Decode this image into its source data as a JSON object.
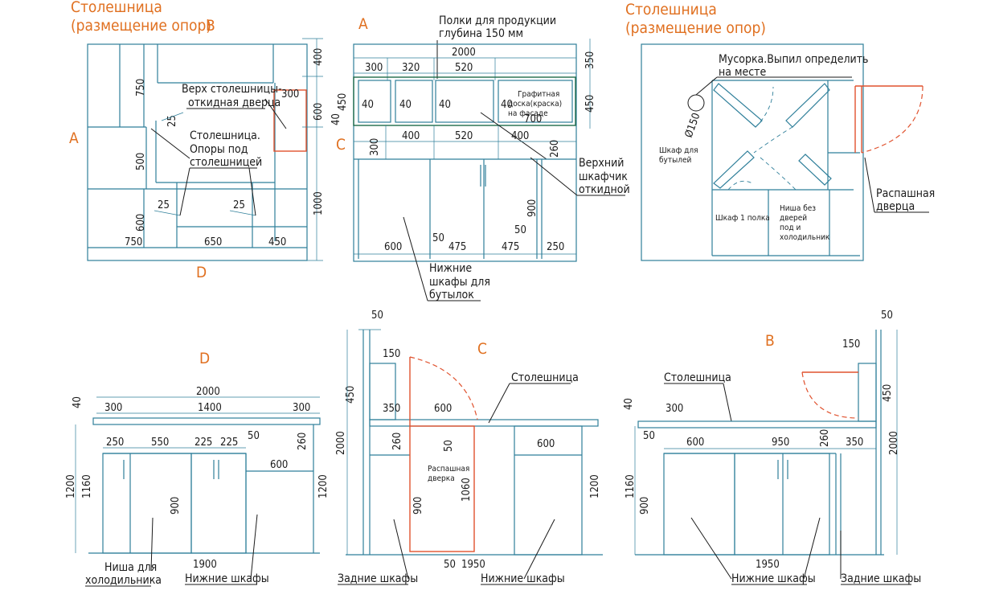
{
  "colors": {
    "line": "#2f7f9a",
    "accent": "#e07020",
    "door": "#e0522e",
    "text": "#1a1a1a"
  },
  "top_left": {
    "title_line1": "Столешница",
    "title_line2": "(размещение опор)",
    "letter_b": "B",
    "letter_a": "A",
    "letter_d": "D",
    "note_top": "Верх столешницы-",
    "note_top2": "откидная дверца",
    "note_sup1": "Столешница.",
    "note_sup2": "Опоры под",
    "note_sup3": "столешницей",
    "d750v": "750",
    "d500": "500",
    "d600v": "600",
    "d25a": "25",
    "d25b": "25",
    "d25c": "25",
    "d400": "400",
    "d300": "300",
    "d600r": "600",
    "d1000": "1000",
    "d750": "750",
    "d650": "650",
    "d450": "450"
  },
  "top_middle": {
    "letter_a": "A",
    "letter_c": "C",
    "note1": "Полки для продукции",
    "note2": "глубина 150 мм",
    "d2000": "2000",
    "d300": "300",
    "d320": "320",
    "d520": "520",
    "d350": "350",
    "d450l": "450",
    "d40l": "40",
    "d450r": "450",
    "s40a": "40",
    "s40b": "40",
    "s40c": "40",
    "s40d": "40",
    "board1": "Графитная",
    "board2": "доска(краска)",
    "board3": "на фасаде",
    "d700": "700",
    "d400a": "400",
    "d520b": "520",
    "d400b": "400",
    "d300v": "300",
    "d260": "260",
    "d900": "900",
    "d600": "600",
    "d50a": "50",
    "d475a": "475",
    "d475b": "475",
    "d50b": "50",
    "d250": "250",
    "upper1": "Верхний",
    "upper2": "шкафчик",
    "upper3": "откидной",
    "lower1": "Нижние",
    "lower2": "шкафы для",
    "lower3": "бутылок"
  },
  "top_right": {
    "title_line1": "Столешница",
    "title_line2": "(размещение опор)",
    "bin1": "Мусорка.Выпил определить",
    "bin2": "на месте",
    "dia": "Ø150",
    "bottles1": "Шкаф для",
    "bottles2": "бутылей",
    "shelf1": "Шкаф 1 полка",
    "niche1": "Ниша без",
    "niche2": "дверей",
    "niche3": "под и",
    "niche4": "холодильник",
    "door1": "Распашная",
    "door2": "дверца"
  },
  "bottom_d": {
    "letter": "D",
    "d2000": "2000",
    "d40": "40",
    "d300a": "300",
    "d1400": "1400",
    "d300b": "300",
    "d250": "250",
    "d550": "550",
    "d225a": "225",
    "d225b": "225",
    "d50": "50",
    "d260": "260",
    "d600": "600",
    "d1200l": "1200",
    "d1160": "1160",
    "d900": "900",
    "d1200r": "1200",
    "d1900": "1900",
    "niche1": "Ниша для",
    "niche2": "холодильника",
    "lower": "Нижние шкафы"
  },
  "bottom_c": {
    "letter": "C",
    "d50top": "50",
    "d150": "150",
    "d450": "450",
    "d2000": "2000",
    "d350": "350",
    "d600a": "600",
    "d260": "260",
    "d50m": "50",
    "worktop": "Столешница",
    "d600b": "600",
    "door1": "Распашная",
    "door2": "дверка",
    "d900": "900",
    "d1060": "1060",
    "d1200": "1200",
    "d50b": "50",
    "d1950": "1950",
    "back": "Задние шкафы",
    "lower": "Нижние шкафы"
  },
  "bottom_b": {
    "letter": "B",
    "d50top": "50",
    "d150": "150",
    "d450": "450",
    "d2000": "2000",
    "worktop": "Столешница",
    "d40": "40",
    "d300": "300",
    "d50": "50",
    "d600": "600",
    "d950": "950",
    "d260": "260",
    "d350": "350",
    "d1160": "1160",
    "d900": "900",
    "d1950": "1950",
    "lower": "Нижние шкафы",
    "back": "Задние шкафы"
  }
}
